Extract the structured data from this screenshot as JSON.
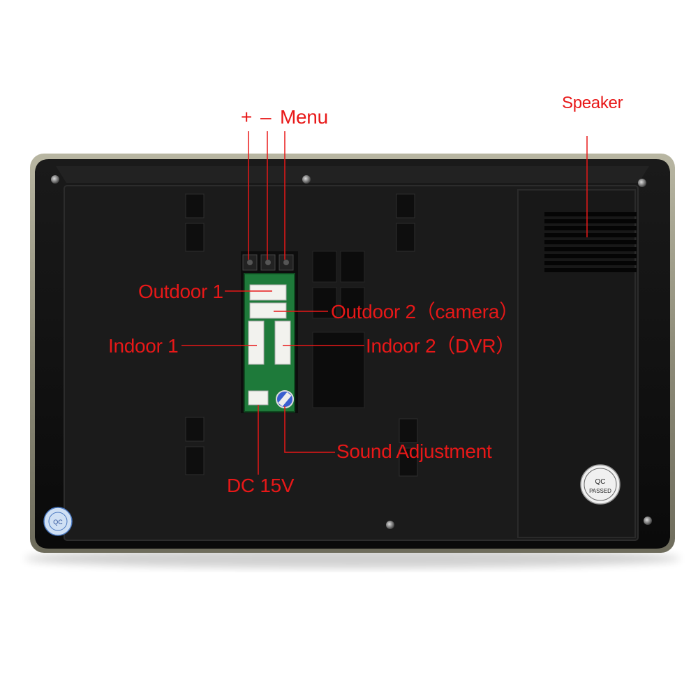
{
  "device": {
    "description_free": true,
    "qc_sticker_top": "QC",
    "qc_sticker_bottom": "PASSED",
    "qc_seal_text": "QC"
  },
  "callouts": {
    "plus": "+",
    "minus": "–",
    "menu": "Menu",
    "speaker": "Speaker",
    "outdoor1": "Outdoor 1",
    "outdoor2": "Outdoor 2（camera）",
    "indoor1": "Indoor 1",
    "indoor2": "Indoor 2（DVR）",
    "sound": "Sound Adjustment",
    "dc": "DC 15V"
  },
  "colors": {
    "label": "#e81818",
    "leader": "#e81818",
    "bezel": "#8a8a7a",
    "body": "#121212",
    "panel": "#1c1c1c",
    "pcb": "#1f7a3a"
  }
}
